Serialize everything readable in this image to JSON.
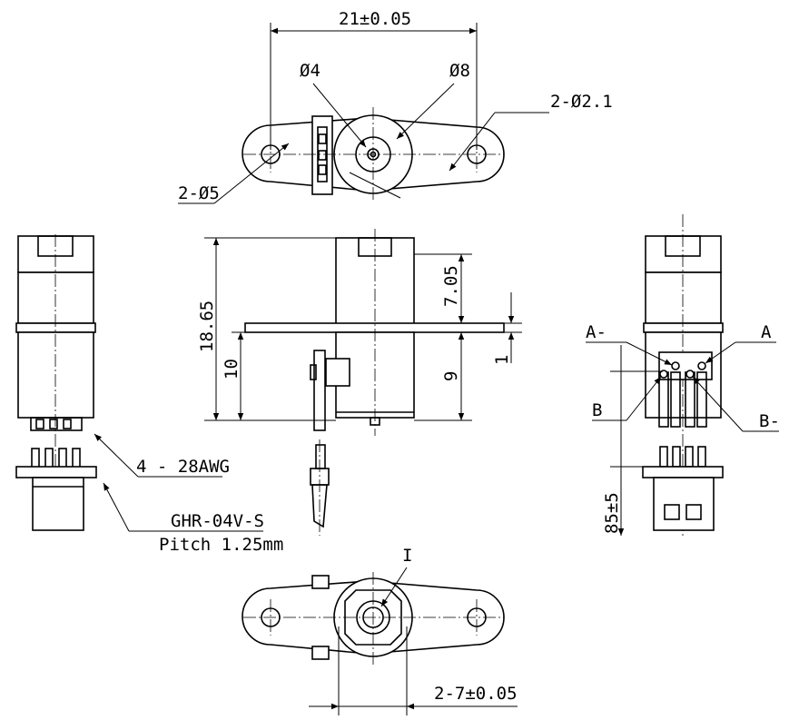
{
  "labels": {
    "top_width": "21±0.05",
    "dia4": "Ø4",
    "dia8": "Ø8",
    "holes_21": "2-Ø2.1",
    "holes_5": "2-Ø5",
    "height_1865": "18.65",
    "dim_705": "7.05",
    "dim_10": "10",
    "dim_9": "9",
    "dim_1": "1",
    "wire": "4 - 28AWG",
    "connector": "GHR-04V-S",
    "pitch": "Pitch 1.25mm",
    "a_minus": "A-",
    "a_plus": "A",
    "b_plus": "B",
    "b_minus": "B-",
    "lead_len": "85±5",
    "detail_i": "I",
    "bottom_spacing": "2-7±0.05"
  }
}
